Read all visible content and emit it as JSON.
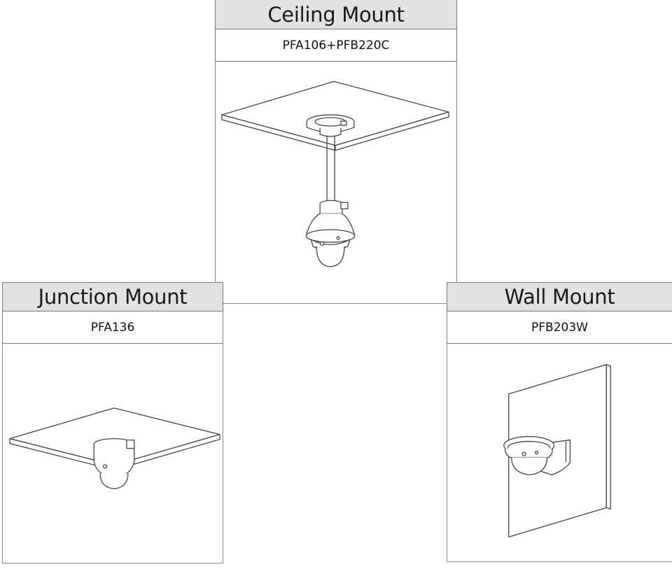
{
  "panels": {
    "ceiling": {
      "title": "Ceiling Mount",
      "model": "PFA106+PFB220C",
      "illustration_icon": "pendant-ceiling-dome-camera-icon"
    },
    "junction": {
      "title": "Junction Mount",
      "model": "PFA136",
      "illustration_icon": "junction-box-dome-camera-icon"
    },
    "wall": {
      "title": "Wall Mount",
      "model": "PFB203W",
      "illustration_icon": "wall-bracket-dome-camera-icon"
    }
  },
  "colors": {
    "line": "#444444",
    "header_fill": "#e2e2e2",
    "border": "#7a7a7a"
  }
}
